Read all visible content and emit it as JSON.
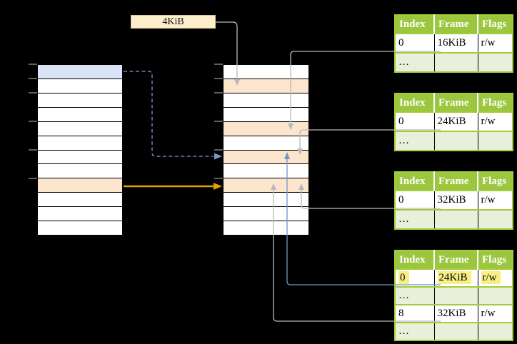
{
  "page_size_label": {
    "value": "4KiB"
  },
  "colors": {
    "background": "#000000",
    "table_header_bg": "#9cc63e",
    "table_border": "#a3cb3a",
    "table_alt_row_bg": "#e8f0d9",
    "highlight_yellow": "#f9ee83",
    "row_blue": "#d9e5f6",
    "row_orange": "#fce5cd",
    "row_white": "#ffffff",
    "label_box_bg": "#fceecb",
    "line_gray": "#b9b9b9",
    "line_blue": "#6f96c8",
    "line_blue_dashed": "#7b99cc",
    "line_orange": "#e2a200",
    "tick_gray": "#8a8a8a"
  },
  "memory_columns": [
    {
      "id": "virtual-memory-column",
      "rows": [
        "blue",
        "white",
        "white",
        "white",
        "white",
        "white",
        "white",
        "white",
        "orange",
        "white",
        "white",
        "white"
      ]
    },
    {
      "id": "physical-memory-column",
      "rows": [
        "white",
        "orange",
        "white",
        "white",
        "orange",
        "white",
        "orange",
        "white",
        "orange",
        "white",
        "white",
        "white"
      ]
    }
  ],
  "tables": [
    {
      "columns": [
        "Index",
        "Frame",
        "Flags"
      ],
      "rows": [
        {
          "type": "data",
          "highlight": false,
          "cells": [
            "0",
            "16KiB",
            "r/w"
          ]
        },
        {
          "type": "ellipsis",
          "highlight": false,
          "cells": [
            "…",
            "",
            ""
          ]
        }
      ]
    },
    {
      "columns": [
        "Index",
        "Frame",
        "Flags"
      ],
      "rows": [
        {
          "type": "data",
          "highlight": false,
          "cells": [
            "0",
            "24KiB",
            "r/w"
          ]
        },
        {
          "type": "ellipsis",
          "highlight": false,
          "cells": [
            "…",
            "",
            ""
          ]
        }
      ]
    },
    {
      "columns": [
        "Index",
        "Frame",
        "Flags"
      ],
      "rows": [
        {
          "type": "data",
          "highlight": false,
          "cells": [
            "0",
            "32KiB",
            "r/w"
          ]
        },
        {
          "type": "ellipsis",
          "highlight": false,
          "cells": [
            "…",
            "",
            ""
          ]
        }
      ]
    },
    {
      "columns": [
        "Index",
        "Frame",
        "Flags"
      ],
      "rows": [
        {
          "type": "data",
          "highlight": true,
          "cells": [
            "0",
            "24KiB",
            "r/w"
          ]
        },
        {
          "type": "ellipsis",
          "highlight": false,
          "cells": [
            "…",
            "",
            ""
          ]
        },
        {
          "type": "data",
          "highlight": false,
          "cells": [
            "8",
            "32KiB",
            "r/w"
          ]
        },
        {
          "type": "ellipsis",
          "highlight": false,
          "cells": [
            "…",
            "",
            ""
          ]
        }
      ]
    }
  ]
}
